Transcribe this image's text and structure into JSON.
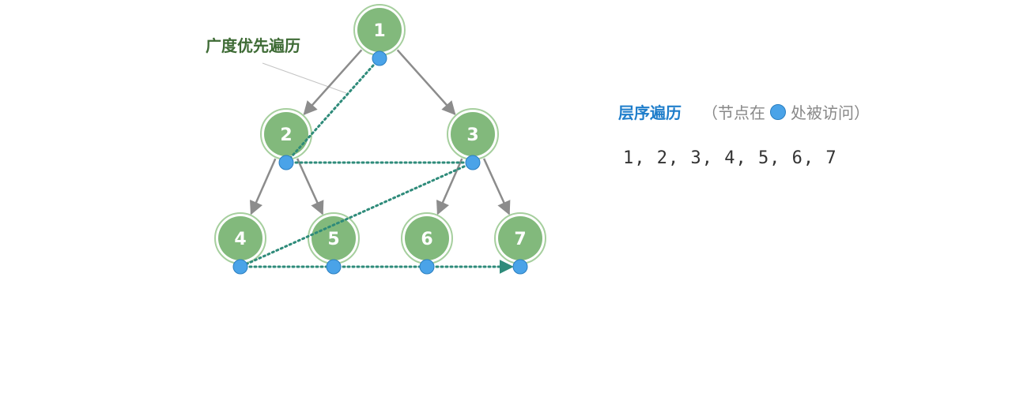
{
  "bfs_label": "广度优先遍历",
  "legend": {
    "title": "层序遍历",
    "open": "（节点在",
    "close": "处被访问）"
  },
  "sequence": "1, 2, 3, 4, 5, 6, 7",
  "tree": {
    "nodes": [
      "1",
      "2",
      "3",
      "4",
      "5",
      "6",
      "7"
    ],
    "edges": [
      [
        "1",
        "2"
      ],
      [
        "1",
        "3"
      ],
      [
        "2",
        "4"
      ],
      [
        "2",
        "5"
      ],
      [
        "3",
        "6"
      ],
      [
        "3",
        "7"
      ]
    ],
    "visit_order": [
      "1",
      "2",
      "3",
      "4",
      "5",
      "6",
      "7"
    ]
  },
  "colors": {
    "node_fill": "#82b97c",
    "node_ring": "#a6cf9e",
    "edge": "#8c8c8c",
    "visit_dot": "#4aa3e8",
    "traversal_path": "#2e8b7a",
    "bfs_label": "#3e6b35",
    "legend_title": "#1f7ecb"
  }
}
